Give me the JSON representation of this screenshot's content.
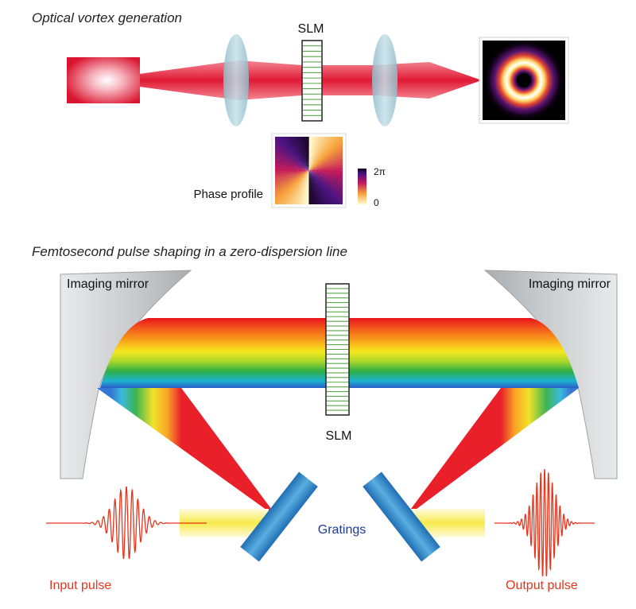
{
  "top": {
    "title": "Optical vortex generation",
    "slm_label": "SLM",
    "phase_label": "Phase profile",
    "colorbar_max": "2π",
    "colorbar_min": "0"
  },
  "bottom": {
    "title": "Femtosecond pulse shaping in a zero-dispersion line",
    "left_mirror_label": "Imaging mirror",
    "right_mirror_label": "Imaging mirror",
    "slm_label": "SLM",
    "gratings_label": "Gratings",
    "input_label": "Input pulse",
    "output_label": "Output pulse"
  },
  "colors": {
    "laser": "#e0203a",
    "lens": "#a9cdd8",
    "slm_stripe": "#5aa84a",
    "grating": "#2a80c0",
    "mirror": "#c9ccce",
    "pulse": "#e8341c",
    "gratings_text": "#1f3a93",
    "pulse_text": "#e8341c"
  }
}
